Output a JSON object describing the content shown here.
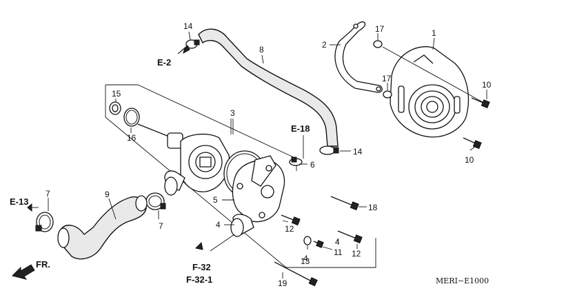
{
  "diagram_code": "MERI−E1000",
  "front_arrow_label": "FR.",
  "part_labels": [
    "1",
    "2",
    "3",
    "4",
    "4",
    "4",
    "5",
    "6",
    "7",
    "7",
    "8",
    "9",
    "10",
    "10",
    "11",
    "12",
    "12",
    "13",
    "14",
    "14",
    "15",
    "16",
    "17",
    "17",
    "18",
    "19"
  ],
  "reference_labels": [
    "E-2",
    "E-18",
    "E-13",
    "F-32",
    "F-32-1"
  ]
}
